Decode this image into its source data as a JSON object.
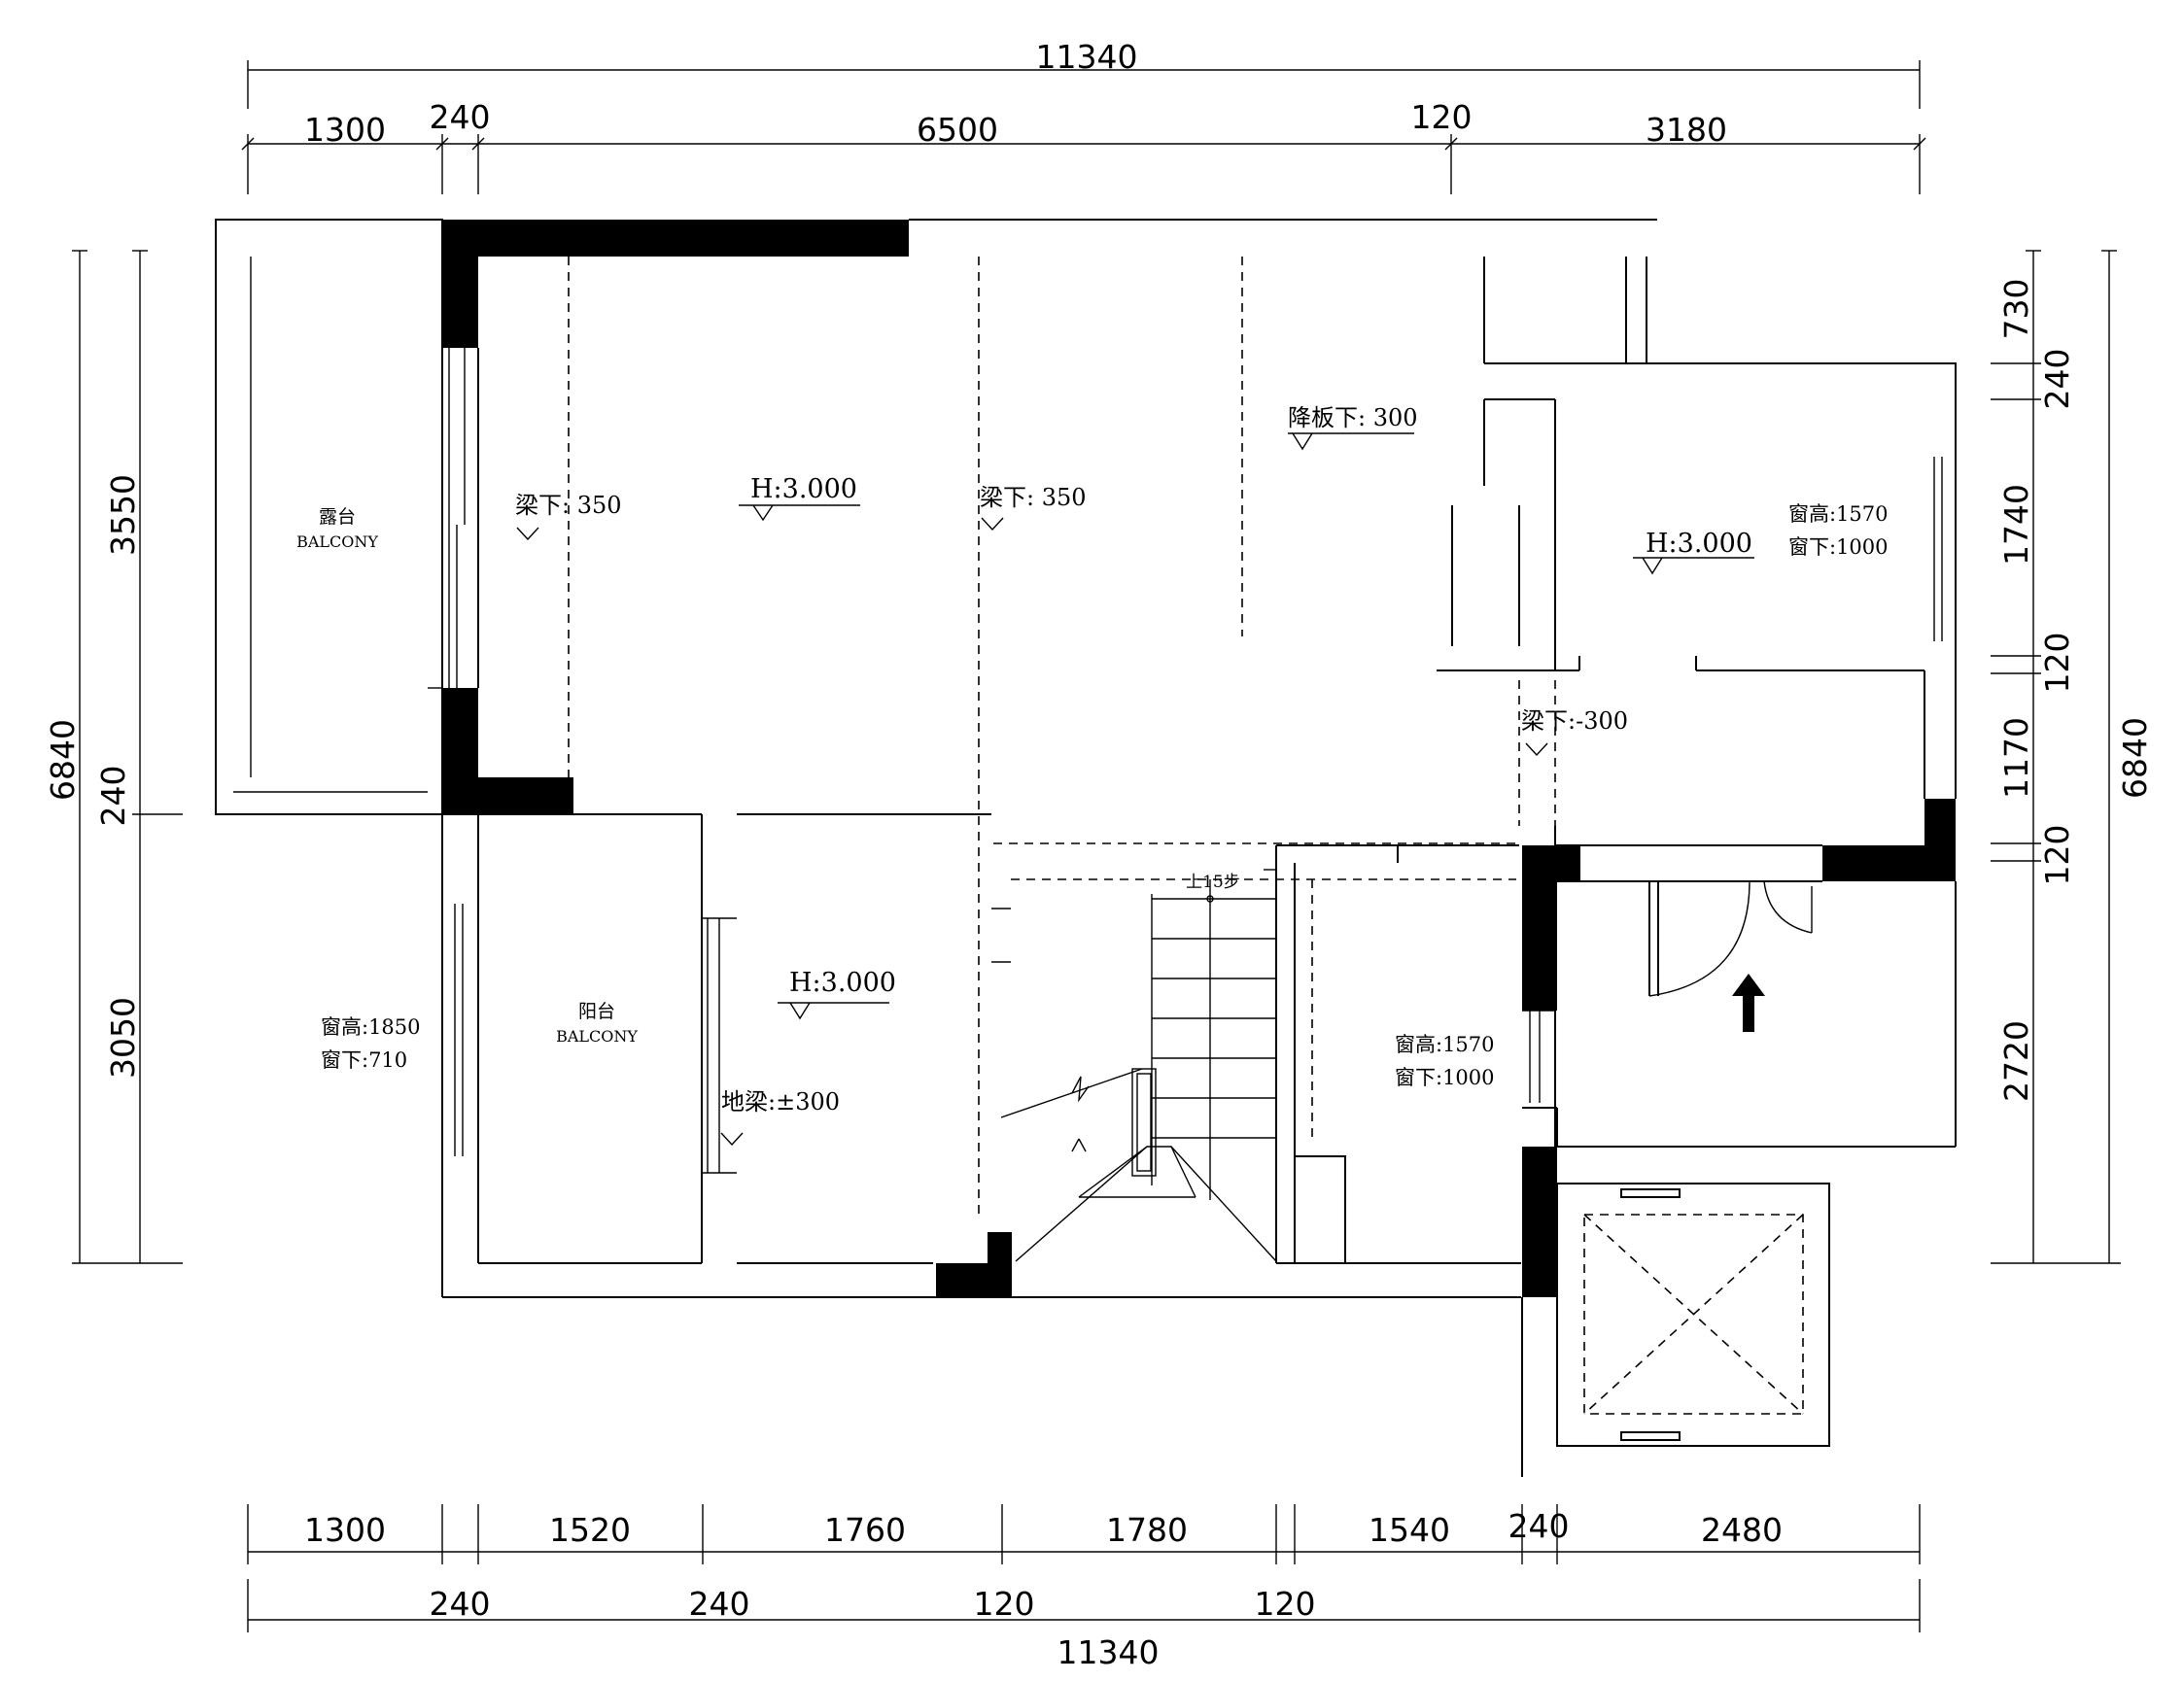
{
  "dimensions": {
    "top_total": "11340",
    "top_segments": [
      "1300",
      "240",
      "6500",
      "120",
      "3180"
    ],
    "bottom_upper_segments": [
      "1300",
      "1520",
      "1760",
      "1780",
      "1540",
      "240",
      "2480"
    ],
    "bottom_lower_segments": [
      "240",
      "240",
      "120",
      "120"
    ],
    "bottom_total": "11340",
    "left_inner": [
      "3550",
      "240",
      "3050"
    ],
    "left_total": "6840",
    "right_inner": [
      "730",
      "240",
      "1740",
      "120",
      "1170",
      "120",
      "2720"
    ],
    "right_total": "6840"
  },
  "rooms": {
    "terrace": {
      "cn": "露台",
      "en": "BALCONY"
    },
    "balcony": {
      "cn": "阳台",
      "en": "BALCONY"
    }
  },
  "annotations": {
    "beam_left": "梁下: 350",
    "beam_mid": "梁下: 350",
    "height_main": "H:3.000",
    "slab_drop": "降板下: 300",
    "height_right": "H:3.000",
    "window_right_h": "窗高:1570",
    "window_right_sill": "窗下:1000",
    "beam_right": "梁下:-300",
    "window_left_h": "窗高:1850",
    "window_left_sill": "窗下:710",
    "height_lower": "H:3.000",
    "ground_beam": "地梁:±300",
    "stairs": "上15步",
    "window_lower_h": "窗高:1570",
    "window_lower_sill": "窗下:1000"
  }
}
